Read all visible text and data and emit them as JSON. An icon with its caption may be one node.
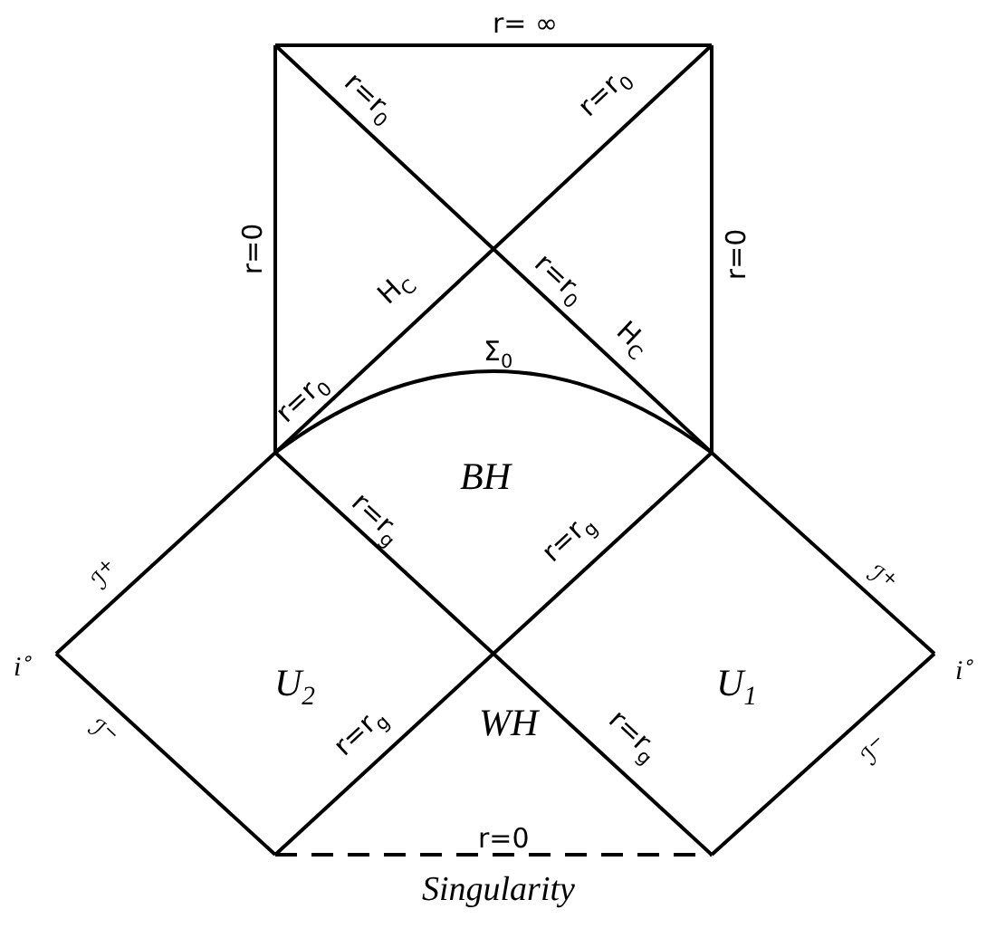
{
  "diagram": {
    "labels": [
      "r= ∞",
      "r=r$_{0}$",
      "r=r$_{0}$",
      "r=0",
      "r=r$_{0}$",
      "r=0",
      "H$_{C}$",
      "H$_{C}$",
      "r=r$_{0}$",
      "Σ$_{0}$",
      "BH",
      "r=r$_{g}$",
      "r=r$_{g}$",
      "ℐ$^{+}$",
      "ℐ$^{+}$",
      "i$^{∘}$",
      "U$_{2}$",
      "U$_{1}$",
      "i$^{∘}$",
      "ℐ$^{−}$",
      "WH",
      "r=r$_{g}$",
      "r=r$_{g}$",
      "ℐ$^{−}$",
      "r=0",
      "Singularity"
    ]
  }
}
